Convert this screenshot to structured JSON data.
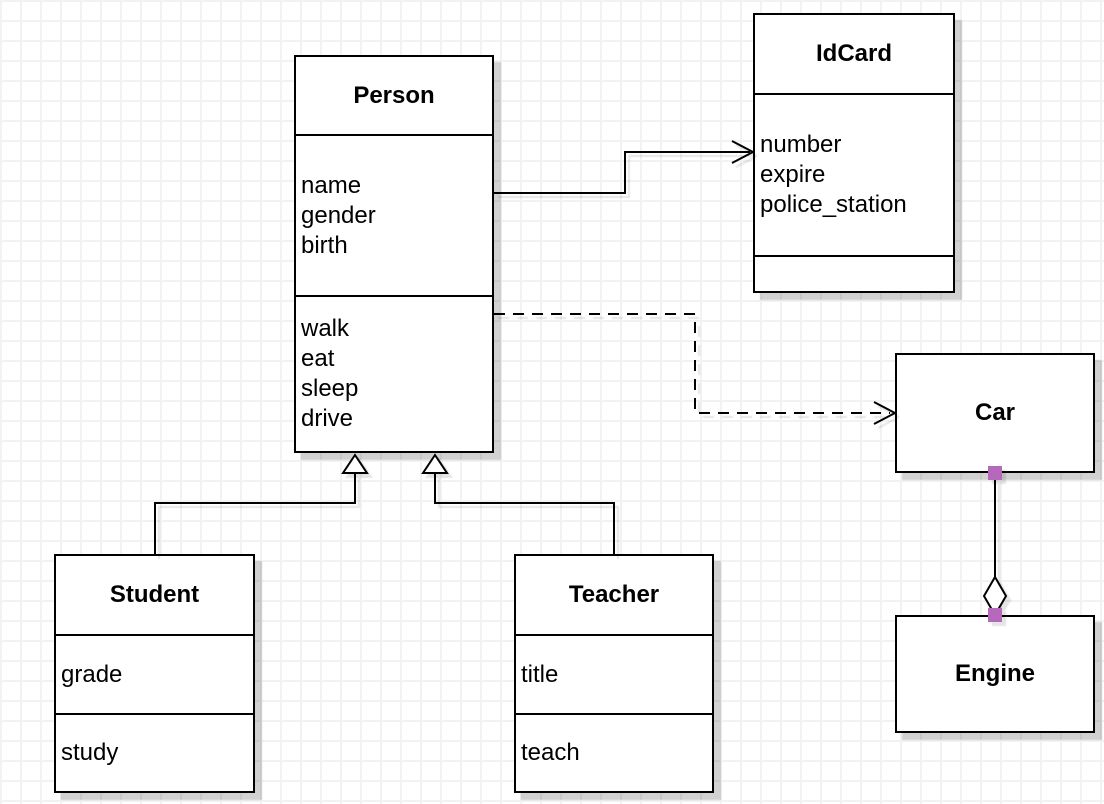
{
  "diagram": {
    "type": "uml-class-diagram",
    "classes": {
      "person": {
        "title": "Person",
        "attributes": [
          "name",
          "gender",
          "birth"
        ],
        "methods": [
          "walk",
          "eat",
          "sleep",
          "drive"
        ]
      },
      "idcard": {
        "title": "IdCard",
        "attributes": [
          "number",
          "expire",
          "police_station"
        ],
        "methods": []
      },
      "car": {
        "title": "Car"
      },
      "engine": {
        "title": "Engine"
      },
      "student": {
        "title": "Student",
        "attributes": [
          "grade"
        ],
        "methods": [
          "study"
        ]
      },
      "teacher": {
        "title": "Teacher",
        "attributes": [
          "title"
        ],
        "methods": [
          "teach"
        ]
      }
    },
    "relationships": [
      {
        "from": "Person",
        "to": "IdCard",
        "type": "association",
        "line": "solid",
        "arrow": "open"
      },
      {
        "from": "Person",
        "to": "Car",
        "type": "dependency",
        "line": "dashed",
        "arrow": "open"
      },
      {
        "from": "Student",
        "to": "Person",
        "type": "generalization",
        "line": "solid",
        "arrow": "hollow-triangle"
      },
      {
        "from": "Teacher",
        "to": "Person",
        "type": "generalization",
        "line": "solid",
        "arrow": "hollow-triangle"
      },
      {
        "from": "Car",
        "to": "Engine",
        "type": "aggregation",
        "line": "solid",
        "arrow": "hollow-diamond"
      }
    ],
    "colors": {
      "stroke": "#000000",
      "background": "#ffffff",
      "grid": "#f2f2f2",
      "handle": "#b668ba",
      "shadow": "#c9c9c9"
    }
  }
}
